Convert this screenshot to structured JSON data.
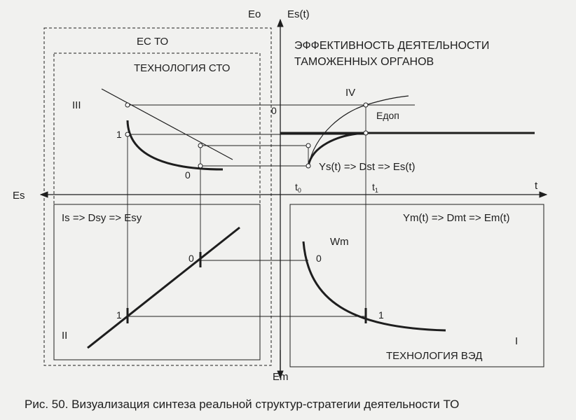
{
  "caption": "Рис. 50. Визуализация синтеза реальной структур-стратегии деятельности ТО",
  "colors": {
    "ink": "#1e1e1e",
    "paper": "#f1f1ef"
  },
  "axes": {
    "eo": "Eo",
    "es_t": "Es(t)",
    "es": "Es",
    "em": "Em",
    "t": "t",
    "t0": "t",
    "t0_sub": "0",
    "t1": "t",
    "t1_sub": "1"
  },
  "boxes": {
    "es_to": "ЕС ТО",
    "tech_sto": "ТЕХНОЛОГИЯ СТО",
    "tech_ved": "ТЕХНОЛОГИЯ ВЭД"
  },
  "title": {
    "line1": "ЭФФЕКТИВНОСТЬ ДЕЯТЕЛЬНОСТИ",
    "line2": "ТАМОЖЕННЫХ ОРГАНОВ"
  },
  "quadrants": {
    "q1": "I",
    "q2": "II",
    "q3": "III",
    "q4": "IV"
  },
  "labels": {
    "edop": "Eдоп",
    "ys_formula": "Ys(t) => Dst => Es(t)",
    "ym_formula": "Ym(t) => Dmt => Em(t)",
    "is_formula": "Is => Dsy => Esy",
    "wm": "Wm",
    "q4_zero": "0",
    "q3_one": "1",
    "q3_zero": "0",
    "q2_zero": "0",
    "q2_one": "1",
    "q1_zero": "0",
    "q1_one": "1"
  }
}
